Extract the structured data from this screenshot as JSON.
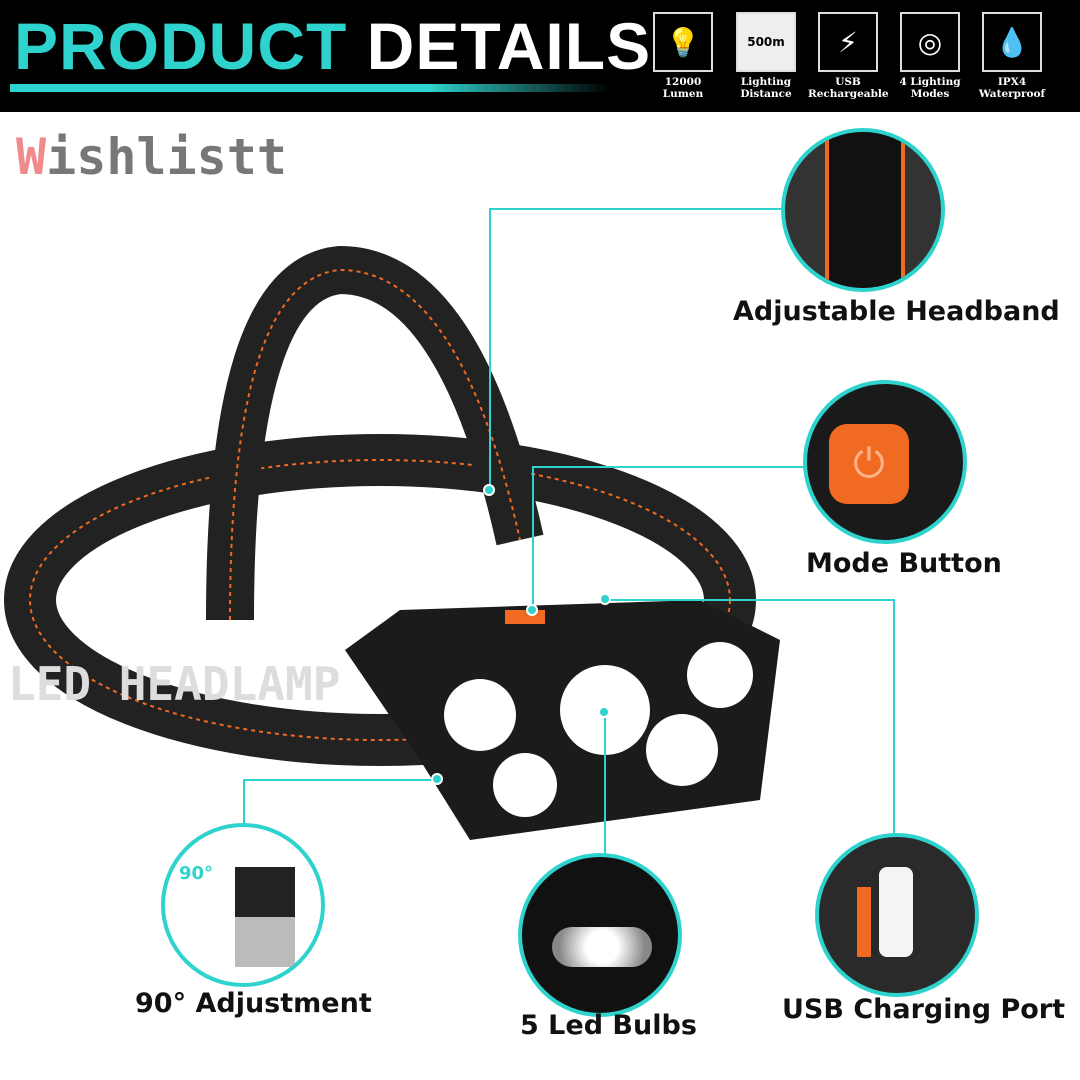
{
  "header": {
    "title_part1": "PRODUCT",
    "title_part2": "DETAILS",
    "features": [
      {
        "icon": "bulb-icon",
        "glyph": "💡",
        "label1": "12000",
        "label2": "Lumen"
      },
      {
        "icon": "distance-icon",
        "glyph": "500m",
        "label1": "Lighting",
        "label2": "Distance"
      },
      {
        "icon": "usb-icon",
        "glyph": "⚡",
        "label1": "USB",
        "label2": "Rechargeable"
      },
      {
        "icon": "modes-icon",
        "glyph": "◎",
        "label1": "4 Lighting",
        "label2": "Modes"
      },
      {
        "icon": "water-drop-icon",
        "glyph": "💧",
        "label1": "IPX4",
        "label2": "Waterproof"
      }
    ]
  },
  "logo": {
    "first": "W",
    "rest": "ishlistt"
  },
  "callouts": {
    "headband": "Adjustable Headband",
    "mode_button": "Mode Button",
    "adjustment": "90° Adjustment",
    "adjustment_angle": "90°",
    "bulbs": "5 Led Bulbs",
    "usb": "USB Charging Port"
  },
  "strap_text": "LED HEADLAMP",
  "colors": {
    "accent": "#2fd3cd",
    "orange": "#f06a22"
  }
}
